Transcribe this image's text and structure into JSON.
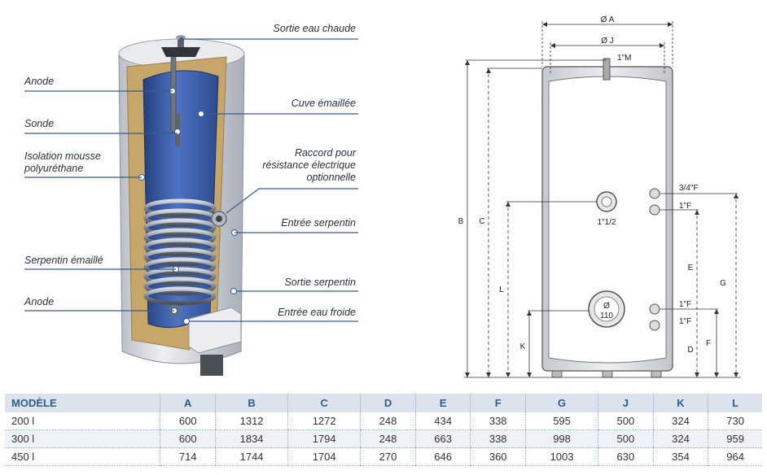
{
  "cutaway": {
    "labels": {
      "hot_out": "Sortie eau chaude",
      "anode_top": "Anode",
      "tank": "Cuve émaillée",
      "probe": "Sonde",
      "insul_1": "Isolation mousse",
      "insul_2": "polyuréthane",
      "raccord_1": "Raccord pour",
      "raccord_2": "résistance électrique",
      "raccord_3": "optionnelle",
      "coil_in": "Entrée serpentin",
      "coil": "Serpentin émaillé",
      "coil_out": "Sortie serpentin",
      "anode_bottom": "Anode",
      "cold_in": "Entrée eau froide"
    }
  },
  "schematic": {
    "dims": {
      "phi_a": "Ø A",
      "phi_j": "Ø J",
      "m": "1\"M",
      "f34": "3/4\"F",
      "f1a": "1\"F",
      "f1b": "1\"F",
      "f1c": "1\"F",
      "port_half": "1\"1/2",
      "port_phi": "Ø",
      "port_110": "110",
      "B": "B",
      "C": "C",
      "L": "L",
      "K": "K",
      "E": "E",
      "G": "G",
      "F": "F",
      "D": "D"
    }
  },
  "table": {
    "headers": [
      "MODÈLE",
      "A",
      "B",
      "C",
      "D",
      "E",
      "F",
      "G",
      "J",
      "K",
      "L"
    ],
    "rows": [
      [
        "200 l",
        "600",
        "1312",
        "1272",
        "248",
        "434",
        "338",
        "595",
        "500",
        "324",
        "730"
      ],
      [
        "300 l",
        "600",
        "1834",
        "1794",
        "248",
        "663",
        "338",
        "998",
        "500",
        "324",
        "959"
      ],
      [
        "450 l",
        "714",
        "1744",
        "1704",
        "270",
        "646",
        "360",
        "1003",
        "630",
        "354",
        "964"
      ]
    ]
  },
  "colors": {
    "tank_blue": "#3f63b4",
    "foam": "#c6a669",
    "shell": "#d9dce2",
    "line_blue": "#3b5b8c",
    "header_text": "#2b5c92",
    "header_bg": "#dde3ec"
  }
}
